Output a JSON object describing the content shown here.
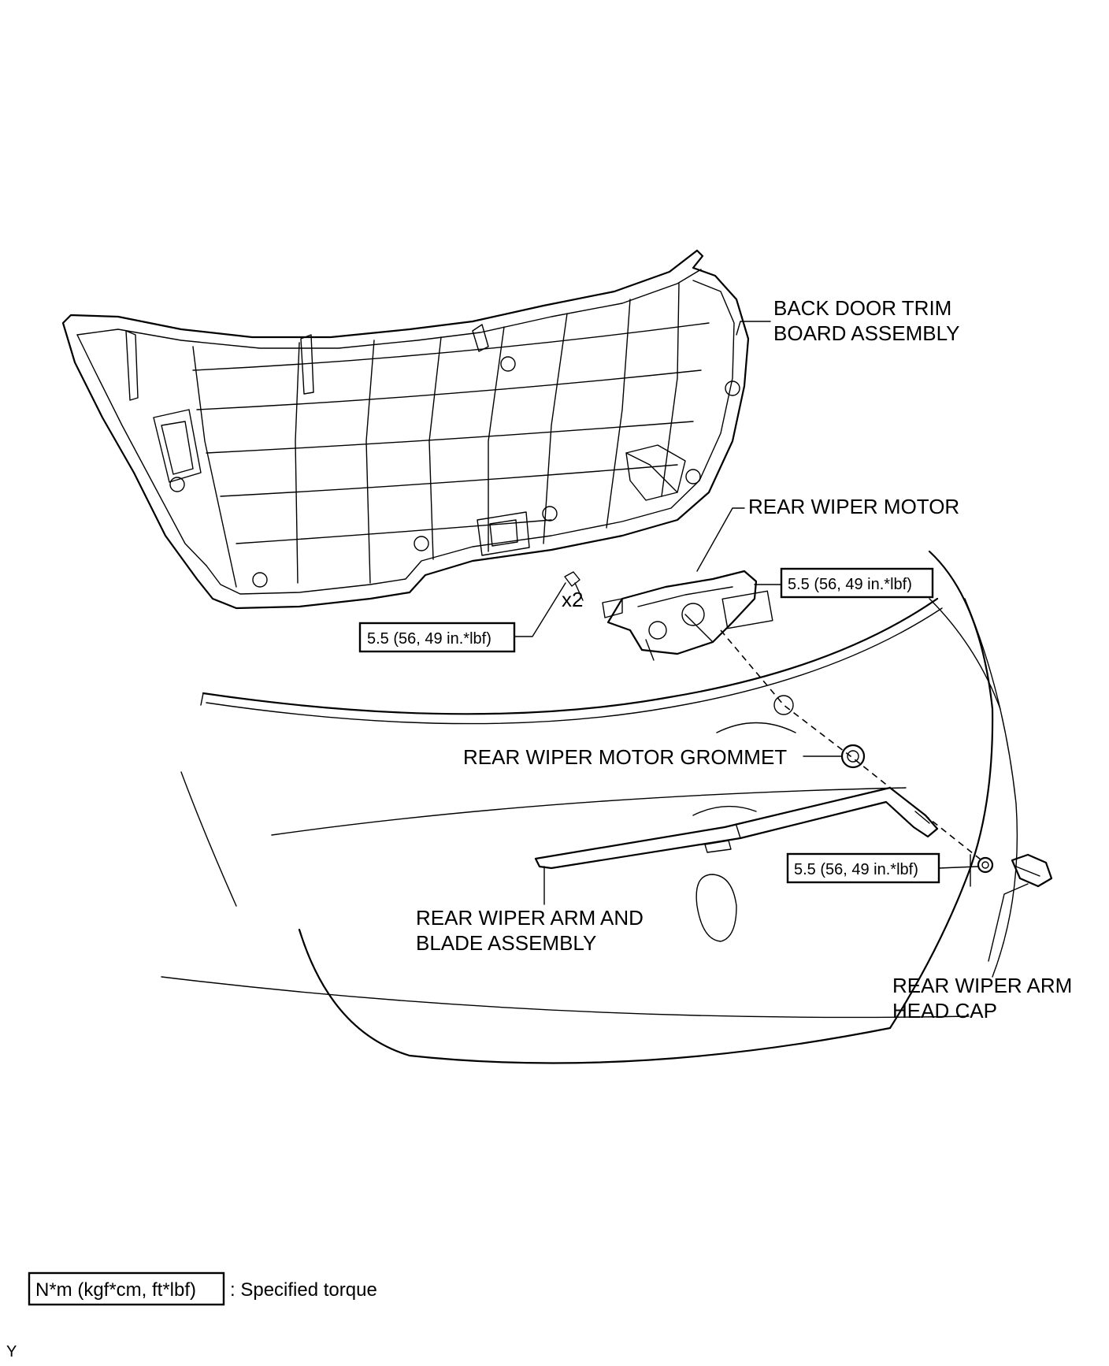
{
  "labels": {
    "trim_line1": "BACK DOOR TRIM",
    "trim_line2": "BOARD ASSEMBLY",
    "motor": "REAR WIPER MOTOR",
    "grommet": "REAR WIPER MOTOR GROMMET",
    "arm_line1": "REAR WIPER ARM AND",
    "arm_line2": "BLADE ASSEMBLY",
    "cap_line1": "REAR WIPER ARM",
    "cap_line2": "HEAD CAP",
    "qty": "x2"
  },
  "torques": {
    "motor_nut": "5.5 (56, 49 in.*lbf)",
    "motor_bolt": "5.5 (56, 49 in.*lbf)",
    "arm_nut": "5.5 (56, 49 in.*lbf)"
  },
  "legend": {
    "unit": "N*m (kgf*cm, ft*lbf)",
    "text": ": Specified torque"
  },
  "footer": {
    "code": "Y"
  }
}
